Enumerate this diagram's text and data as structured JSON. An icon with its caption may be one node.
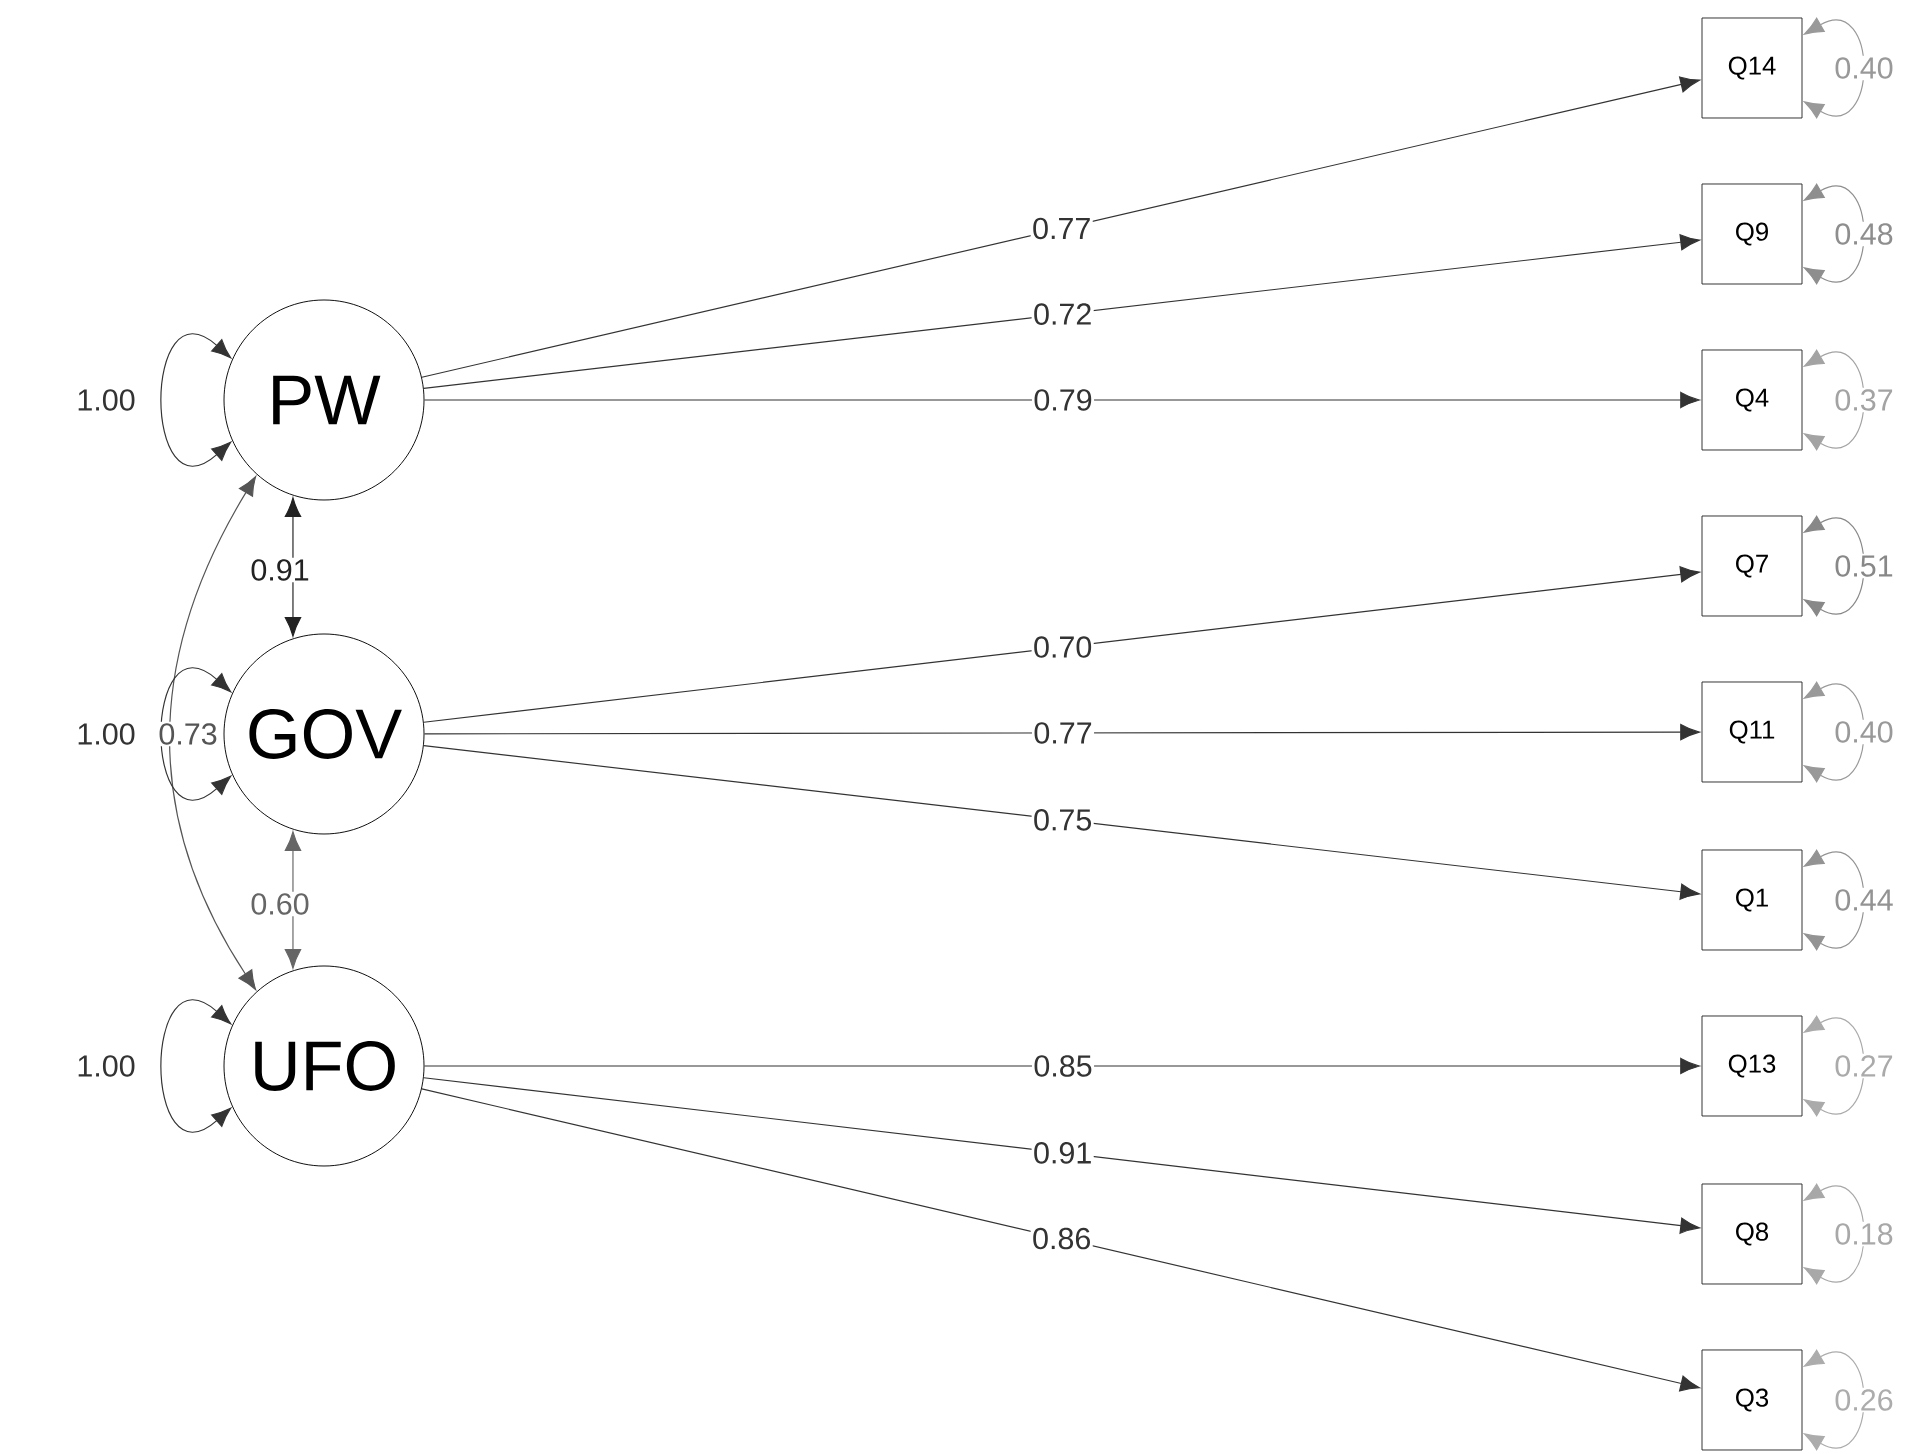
{
  "diagram": {
    "nodes": [
      {
        "text": [
          "PW"
        ]
      },
      {
        "text": [
          "GOV"
        ]
      },
      {
        "text": [
          "UFO"
        ]
      },
      {
        "text": [
          "Q14"
        ]
      },
      {
        "text": [
          "Q9"
        ]
      },
      {
        "text": [
          "Q4"
        ]
      },
      {
        "text": [
          "Q7"
        ]
      },
      {
        "text": [
          "Q11"
        ]
      },
      {
        "text": [
          "Q1"
        ]
      },
      {
        "text": [
          "Q13"
        ]
      },
      {
        "text": [
          "Q8"
        ]
      },
      {
        "text": [
          "Q3"
        ]
      }
    ],
    "edges": [
      {
        "from": 0,
        "to": 3,
        "arrow": "to",
        "label": "0.77"
      },
      {
        "from": 0,
        "to": 4,
        "arrow": "to",
        "label": "0.72"
      },
      {
        "from": 0,
        "to": 5,
        "arrow": "to",
        "label": "0.79"
      },
      {
        "from": 1,
        "to": 6,
        "arrow": "to",
        "label": "0.70"
      },
      {
        "from": 1,
        "to": 7,
        "arrow": "to",
        "label": "0.77"
      },
      {
        "from": 1,
        "to": 8,
        "arrow": "to",
        "label": "0.75"
      },
      {
        "from": 2,
        "to": 9,
        "arrow": "to",
        "label": "0.85"
      },
      {
        "from": 2,
        "to": 10,
        "arrow": "to",
        "label": "0.91"
      },
      {
        "from": 2,
        "to": 11,
        "arrow": "to",
        "label": "0.86"
      },
      {
        "from": 0,
        "to": 1,
        "arrow": "both",
        "label": "0.91",
        "color": "#222222"
      },
      {
        "from": 0,
        "to": 2,
        "arrow": "both",
        "label": "0.73",
        "color": "#555555"
      },
      {
        "from": 1,
        "to": 2,
        "arrow": "both",
        "label": "0.60",
        "color": "#666666"
      },
      {
        "from": 0,
        "to": 0,
        "arrow": "both",
        "label": "1.00"
      },
      {
        "from": 1,
        "to": 1,
        "arrow": "both",
        "label": "1.00"
      },
      {
        "from": 2,
        "to": 2,
        "arrow": "both",
        "label": "1.00"
      },
      {
        "from": 3,
        "to": 3,
        "arrow": "both",
        "label": "0.40",
        "color": "#999999"
      },
      {
        "from": 4,
        "to": 4,
        "arrow": "both",
        "label": "0.48",
        "color": "#8e8e8e"
      },
      {
        "from": 5,
        "to": 5,
        "arrow": "both",
        "label": "0.37",
        "color": "#a3a3a3"
      },
      {
        "from": 6,
        "to": 6,
        "arrow": "both",
        "label": "0.51",
        "color": "#888888"
      },
      {
        "from": 7,
        "to": 7,
        "arrow": "both",
        "label": "0.40",
        "color": "#999999"
      },
      {
        "from": 8,
        "to": 8,
        "arrow": "both",
        "label": "0.44",
        "color": "#939393"
      },
      {
        "from": 9,
        "to": 9,
        "arrow": "both",
        "label": "0.27",
        "color": "#aaaaaa"
      },
      {
        "from": 10,
        "to": 10,
        "arrow": "both",
        "label": "0.18",
        "color": "#a8a8a8"
      },
      {
        "from": 11,
        "to": 11,
        "arrow": "both",
        "label": "0.26",
        "color": "#acacac"
      }
    ]
  }
}
